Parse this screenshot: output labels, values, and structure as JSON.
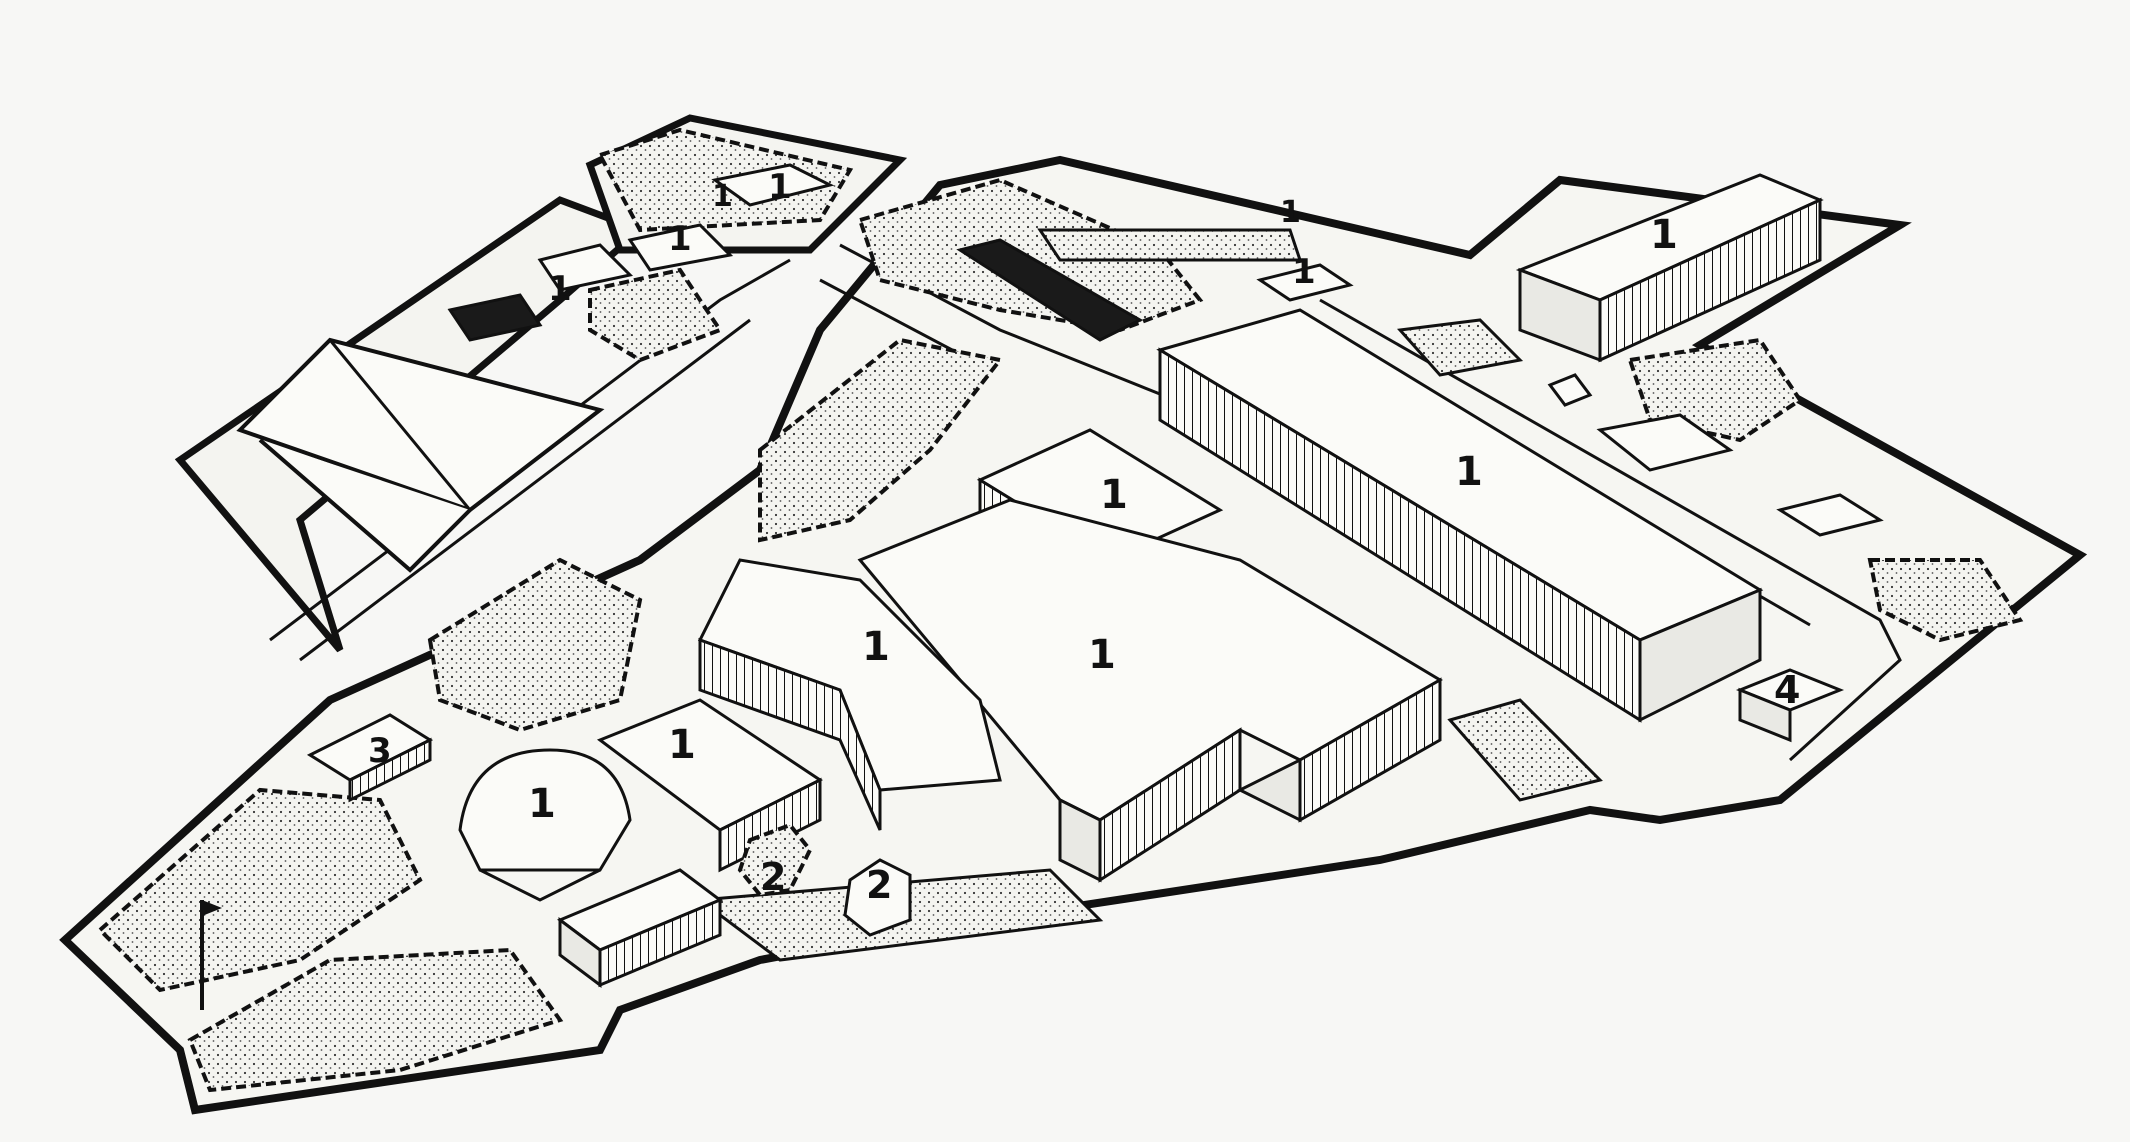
{
  "diagram": {
    "type": "site-plan-illustration",
    "building_labels": [
      {
        "id": "b1",
        "text": "1"
      },
      {
        "id": "b2",
        "text": "1"
      },
      {
        "id": "b3",
        "text": "1"
      },
      {
        "id": "b4",
        "text": "1"
      },
      {
        "id": "b5",
        "text": "1"
      },
      {
        "id": "b6",
        "text": "1"
      },
      {
        "id": "b7",
        "text": "1"
      },
      {
        "id": "b8",
        "text": "1"
      },
      {
        "id": "b9",
        "text": "1"
      },
      {
        "id": "b10",
        "text": "1"
      },
      {
        "id": "b11",
        "text": "1"
      },
      {
        "id": "b12",
        "text": "1"
      },
      {
        "id": "b13",
        "text": "1"
      },
      {
        "id": "b14",
        "text": "2"
      },
      {
        "id": "b15",
        "text": "2"
      },
      {
        "id": "b16",
        "text": "3"
      },
      {
        "id": "b17",
        "text": "4"
      }
    ]
  }
}
